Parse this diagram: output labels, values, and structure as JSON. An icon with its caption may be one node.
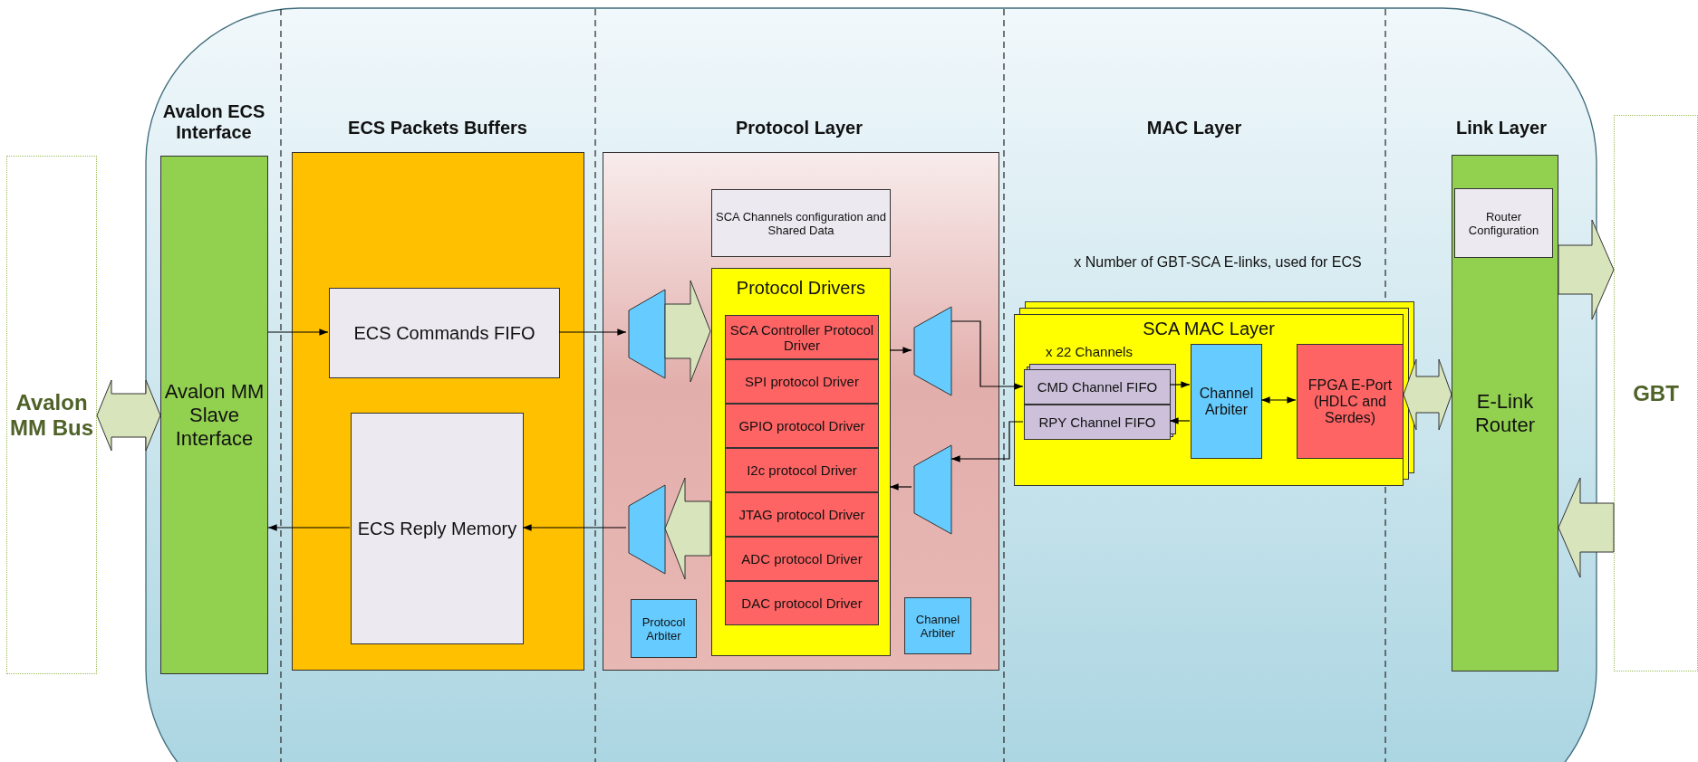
{
  "diagram": {
    "nodes": [
      {
        "text": [
          "Avalon MM Bus"
        ]
      },
      {
        "text": [
          "Avalon MM Slave Interface"
        ]
      },
      {
        "text": [],
        "shape": "box"
      },
      {
        "text": [
          "ECS Commands FIFO"
        ],
        "in": 2
      },
      {
        "text": [
          "ECS Reply Memory"
        ],
        "in": 2
      },
      {
        "text": [],
        "shape": "box"
      },
      {
        "text": [
          "SCA Channels configuration and Shared Data"
        ],
        "in": 5
      },
      {
        "text": [
          "Protocol Drivers"
        ],
        "in": 5
      },
      {
        "text": [
          "SCA Controller Protocol Driver"
        ],
        "in": 7
      },
      {
        "text": [
          "SPI  protocol Driver"
        ],
        "in": 7
      },
      {
        "text": [
          "GPIO  protocol Driver"
        ],
        "in": 7
      },
      {
        "text": [
          "I2c protocol Driver"
        ],
        "in": 7
      },
      {
        "text": [
          "JTAG protocol Driver"
        ],
        "in": 7
      },
      {
        "text": [
          "ADC protocol Driver"
        ],
        "in": 7
      },
      {
        "text": [
          "DAC protocol Driver"
        ],
        "in": 7
      },
      {
        "text": [],
        "shape": "trapezoid",
        "in": 5
      },
      {
        "text": [],
        "shape": "trapezoid",
        "in": 5
      },
      {
        "text": [],
        "shape": "trapezoid",
        "in": 5
      },
      {
        "text": [],
        "shape": "trapezoid",
        "in": 5
      },
      {
        "text": [
          "Protocol Arbiter"
        ],
        "in": 5
      },
      {
        "text": [
          "Channel Arbiter"
        ],
        "in": 5
      },
      {
        "text": [
          "SCA MAC Layer",
          "x 22 Channels"
        ],
        "beside": [
          "x Number of GBT-SCA E-links, used for ECS"
        ]
      },
      {
        "text": [
          "CMD Channel FIFO"
        ],
        "in": 21
      },
      {
        "text": [
          "RPY Channel FIFO"
        ],
        "in": 21
      },
      {
        "text": [
          "Channel Arbiter"
        ],
        "in": 21
      },
      {
        "text": [
          "FPGA E-Port (HDLC and Serdes)"
        ],
        "in": 21
      },
      {
        "text": [
          "E-Link Router"
        ]
      },
      {
        "text": [
          "Router Configuration"
        ],
        "in": 26
      },
      {
        "text": [
          "GBT"
        ]
      }
    ],
    "edges": [
      {
        "from": 0,
        "to": 1,
        "arrow": "both",
        "style": "thick"
      },
      {
        "from": 1,
        "to": 3,
        "arrow": "to"
      },
      {
        "from": 3,
        "to": 15,
        "arrow": "to"
      },
      {
        "from": 15,
        "to": 7,
        "arrow": "to",
        "style": "thick"
      },
      {
        "from": 7,
        "to": 16,
        "arrow": "to",
        "style": "thick"
      },
      {
        "from": 16,
        "to": 4,
        "arrow": "to"
      },
      {
        "from": 4,
        "to": 1,
        "arrow": "to"
      },
      {
        "from": 7,
        "to": 17,
        "arrow": "to"
      },
      {
        "from": 17,
        "to": 22,
        "arrow": "to"
      },
      {
        "from": 23,
        "to": 18,
        "arrow": "to"
      },
      {
        "from": 18,
        "to": 7,
        "arrow": "to"
      },
      {
        "from": 22,
        "to": 24,
        "arrow": "to"
      },
      {
        "from": 24,
        "to": 23,
        "arrow": "to"
      },
      {
        "from": 24,
        "to": 25,
        "arrow": "both"
      },
      {
        "from": 21,
        "to": 26,
        "arrow": "both",
        "style": "thick"
      },
      {
        "from": 26,
        "to": 28,
        "arrow": "to",
        "style": "thick"
      },
      {
        "from": 28,
        "to": 26,
        "arrow": "to",
        "style": "thick"
      }
    ],
    "labels": [
      "Avalon ECS Interface",
      "ECS Packets Buffers",
      "Protocol Layer",
      "MAC Layer",
      "Link Layer"
    ]
  }
}
